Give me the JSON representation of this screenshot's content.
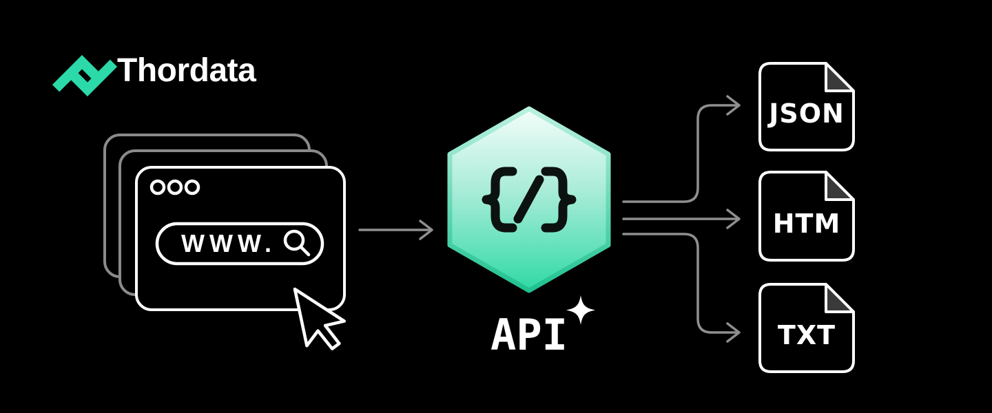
{
  "logo": {
    "text": "Thordata",
    "icon": "thordata-logo-icon"
  },
  "browser": {
    "url_text": "WWW.",
    "icons": [
      "window-dots",
      "search-icon",
      "cursor-icon"
    ]
  },
  "api": {
    "label": "API",
    "icon": "code-braces-icon",
    "badge_icon": "sparkle-icon"
  },
  "outputs": [
    {
      "label": "JSON",
      "icon": "file-icon"
    },
    {
      "label": "HTM",
      "icon": "file-icon"
    },
    {
      "label": "TXT",
      "icon": "file-icon"
    }
  ],
  "colors": {
    "background": "#000000",
    "accent_teal": "#2bd9a9",
    "hex_fill_top": "#f4fdfa",
    "hex_fill_bottom": "#30d9a5",
    "hex_border_top": "#b9f1e0",
    "hex_border_bottom": "#1fc290",
    "glyph_dark": "#0c120f",
    "window_gray": "#8a8a8a",
    "arrow_gray": "#8f8f8f",
    "fold_gray": "#3a3a3a",
    "white": "#ffffff"
  }
}
